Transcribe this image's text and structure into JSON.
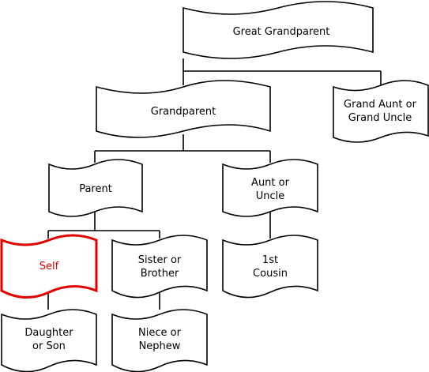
{
  "diagram": {
    "nodes": {
      "great_grandparent": {
        "lines": [
          "Great Grandparent"
        ]
      },
      "grandparent": {
        "lines": [
          "Grandparent"
        ]
      },
      "grand_aunt_uncle": {
        "lines": [
          "Grand Aunt or",
          "Grand Uncle"
        ]
      },
      "parent": {
        "lines": [
          "Parent"
        ]
      },
      "aunt_uncle": {
        "lines": [
          "Aunt or",
          "Uncle"
        ]
      },
      "self": {
        "lines": [
          "Self"
        ],
        "highlight": true
      },
      "sibling": {
        "lines": [
          "Sister or",
          "Brother"
        ]
      },
      "first_cousin": {
        "lines": [
          "1st",
          "Cousin"
        ]
      },
      "child": {
        "lines": [
          "Daughter",
          "or Son"
        ]
      },
      "niece_nephew": {
        "lines": [
          "Niece or",
          "Nephew"
        ]
      }
    },
    "colors": {
      "stroke": "#000000",
      "highlight": "#e00000",
      "highlight_text": "#d40000",
      "fill": "#ffffff"
    }
  }
}
